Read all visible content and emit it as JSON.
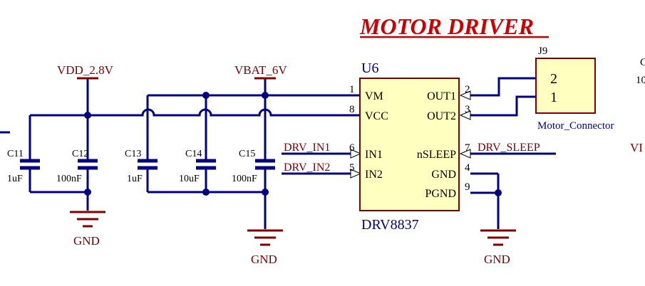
{
  "title": "MOTOR DRIVER",
  "colors": {
    "wire": "#000080",
    "label_red": "#800000",
    "ic_fill": "#ffffc0",
    "ic_border": "#800000",
    "junction": "#000080",
    "title_red": "#cc0000"
  },
  "power": {
    "vdd": "VDD_2.8V",
    "vbat": "VBAT_6V"
  },
  "capacitors": [
    {
      "ref": "C11",
      "value": "1uF"
    },
    {
      "ref": "C12",
      "value": "100nF"
    },
    {
      "ref": "C13",
      "value": "1uF"
    },
    {
      "ref": "C14",
      "value": "10uF"
    },
    {
      "ref": "C15",
      "value": "100nF"
    }
  ],
  "grounds": [
    "GND",
    "GND",
    "GND"
  ],
  "ic": {
    "ref": "U6",
    "part": "DRV8837",
    "pins_left": [
      {
        "num": "1",
        "name": "VM"
      },
      {
        "num": "8",
        "name": "VCC"
      },
      {
        "num": "6",
        "name": "IN1"
      },
      {
        "num": "5",
        "name": "IN2"
      }
    ],
    "pins_right": [
      {
        "num": "2",
        "name": "OUT1"
      },
      {
        "num": "3",
        "name": "OUT2"
      },
      {
        "num": "7",
        "name": "nSLEEP"
      },
      {
        "num": "4",
        "name": "GND"
      },
      {
        "num": "9",
        "name": "PGND"
      }
    ]
  },
  "nets": {
    "in1": "DRV_IN1",
    "in2": "DRV_IN2",
    "sleep": "DRV_SLEEP"
  },
  "connector": {
    "ref": "J9",
    "name": "Motor_Connector",
    "pins": [
      "2",
      "1"
    ]
  },
  "edge_fragments": {
    "top": "C",
    "mid": "10",
    "right": "VI"
  }
}
